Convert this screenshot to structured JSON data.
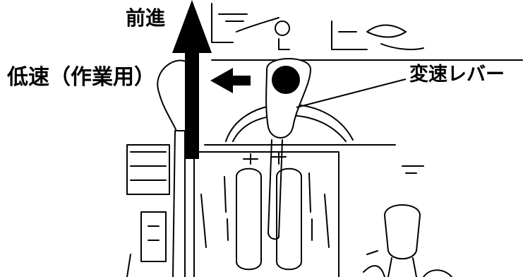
{
  "labels": {
    "forward": "前進",
    "low_speed": "低速（作業用）",
    "shift_lever": "変速レバー"
  },
  "colors": {
    "ink": "#000000",
    "background": "#ffffff"
  },
  "icons": {
    "forward_arrow": "arrow-up",
    "low_speed_arrow": "arrow-left",
    "leader_line": "line"
  }
}
